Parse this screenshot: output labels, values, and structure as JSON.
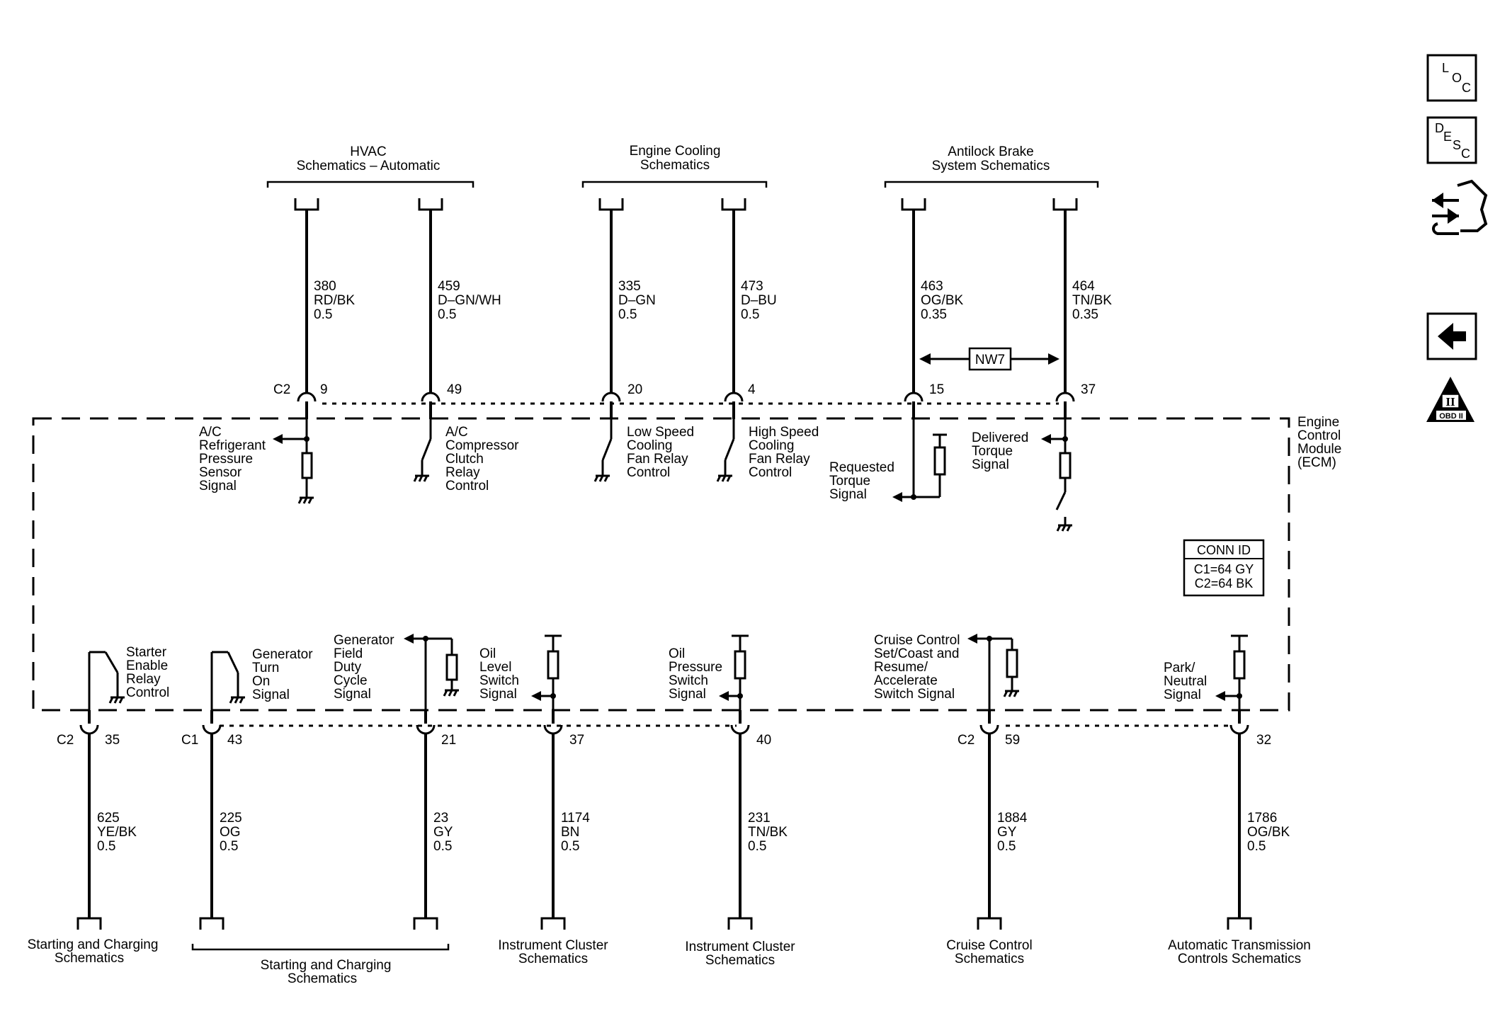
{
  "module": {
    "lines": [
      "Engine",
      "Control",
      "Module",
      "(ECM)"
    ]
  },
  "conn_id": {
    "title": "CONN ID",
    "c1": "C1=64 GY",
    "c2": "C2=64 BK"
  },
  "nw7": "NW7",
  "side_icons": [
    {
      "name": "loc-icon",
      "chars": [
        "L",
        "O",
        "C"
      ]
    },
    {
      "name": "desc-icon",
      "chars": [
        "D",
        "E",
        "S",
        "C"
      ]
    },
    {
      "name": "connector-tool-icon"
    },
    {
      "name": "back-arrow-icon"
    },
    {
      "name": "obd-ii-icon",
      "roman": "II",
      "text": "OBD II"
    }
  ],
  "top": {
    "groups": [
      {
        "lines": [
          "HVAC",
          "Schematics – Automatic"
        ]
      },
      {
        "lines": [
          "Engine Cooling",
          "Schematics"
        ]
      },
      {
        "lines": [
          "Antilock Brake",
          "System Schematics"
        ]
      }
    ],
    "circuits": [
      {
        "num": "380",
        "color": "RD/BK",
        "gauge": "0.5",
        "conn": "C2",
        "pin": "9",
        "func": [
          "A/C",
          "Refrigerant",
          "Pressure",
          "Sensor",
          "Signal"
        ]
      },
      {
        "num": "459",
        "color": "D–GN/WH",
        "gauge": "0.5",
        "conn": "",
        "pin": "49",
        "func": [
          "A/C",
          "Compressor",
          "Clutch",
          "Relay",
          "Control"
        ]
      },
      {
        "num": "335",
        "color": "D–GN",
        "gauge": "0.5",
        "conn": "",
        "pin": "20",
        "func": [
          "Low Speed",
          "Cooling",
          "Fan Relay",
          "Control"
        ]
      },
      {
        "num": "473",
        "color": "D–BU",
        "gauge": "0.5",
        "conn": "",
        "pin": "4",
        "func": [
          "High Speed",
          "Cooling",
          "Fan Relay",
          "Control"
        ]
      },
      {
        "num": "463",
        "color": "OG/BK",
        "gauge": "0.35",
        "conn": "",
        "pin": "15",
        "func": [
          "Requested",
          "Torque",
          "Signal"
        ]
      },
      {
        "num": "464",
        "color": "TN/BK",
        "gauge": "0.35",
        "conn": "",
        "pin": "37",
        "func": [
          "Delivered",
          "Torque",
          "Signal"
        ]
      }
    ]
  },
  "bottom": {
    "circuits": [
      {
        "num": "625",
        "color": "YE/BK",
        "gauge": "0.5",
        "conn": "C2",
        "pin": "35",
        "func": [
          "Starter",
          "Enable",
          "Relay",
          "Control"
        ]
      },
      {
        "num": "225",
        "color": "OG",
        "gauge": "0.5",
        "conn": "C1",
        "pin": "43",
        "func": [
          "Generator",
          "Turn",
          "On",
          "Signal"
        ]
      },
      {
        "num": "23",
        "color": "GY",
        "gauge": "0.5",
        "conn": "",
        "pin": "21",
        "func": [
          "Generator",
          "Field",
          "Duty",
          "Cycle",
          "Signal"
        ]
      },
      {
        "num": "1174",
        "color": "BN",
        "gauge": "0.5",
        "conn": "",
        "pin": "37",
        "func": [
          "Oil",
          "Level",
          "Switch",
          "Signal"
        ]
      },
      {
        "num": "231",
        "color": "TN/BK",
        "gauge": "0.5",
        "conn": "",
        "pin": "40",
        "func": [
          "Oil",
          "Pressure",
          "Switch",
          "Signal"
        ]
      },
      {
        "num": "1884",
        "color": "GY",
        "gauge": "0.5",
        "conn": "C2",
        "pin": "59",
        "func": [
          "Cruise Control",
          "Set/Coast and",
          "Resume/",
          "Accelerate",
          "Switch Signal"
        ]
      },
      {
        "num": "1786",
        "color": "OG/BK",
        "gauge": "0.5",
        "conn": "",
        "pin": "32",
        "func": [
          "Park/",
          "Neutral",
          "Signal"
        ]
      }
    ],
    "destinations": [
      {
        "lines": [
          "Starting and Charging",
          "Schematics"
        ]
      },
      {
        "lines": [
          "Starting and Charging",
          "Schematics"
        ]
      },
      {
        "lines": [
          "Instrument Cluster",
          "Schematics"
        ]
      },
      {
        "lines": [
          "Instrument Cluster",
          "Schematics"
        ]
      },
      {
        "lines": [
          "Cruise Control",
          "Schematics"
        ]
      },
      {
        "lines": [
          "Automatic Transmission",
          "Controls Schematics"
        ]
      }
    ]
  }
}
